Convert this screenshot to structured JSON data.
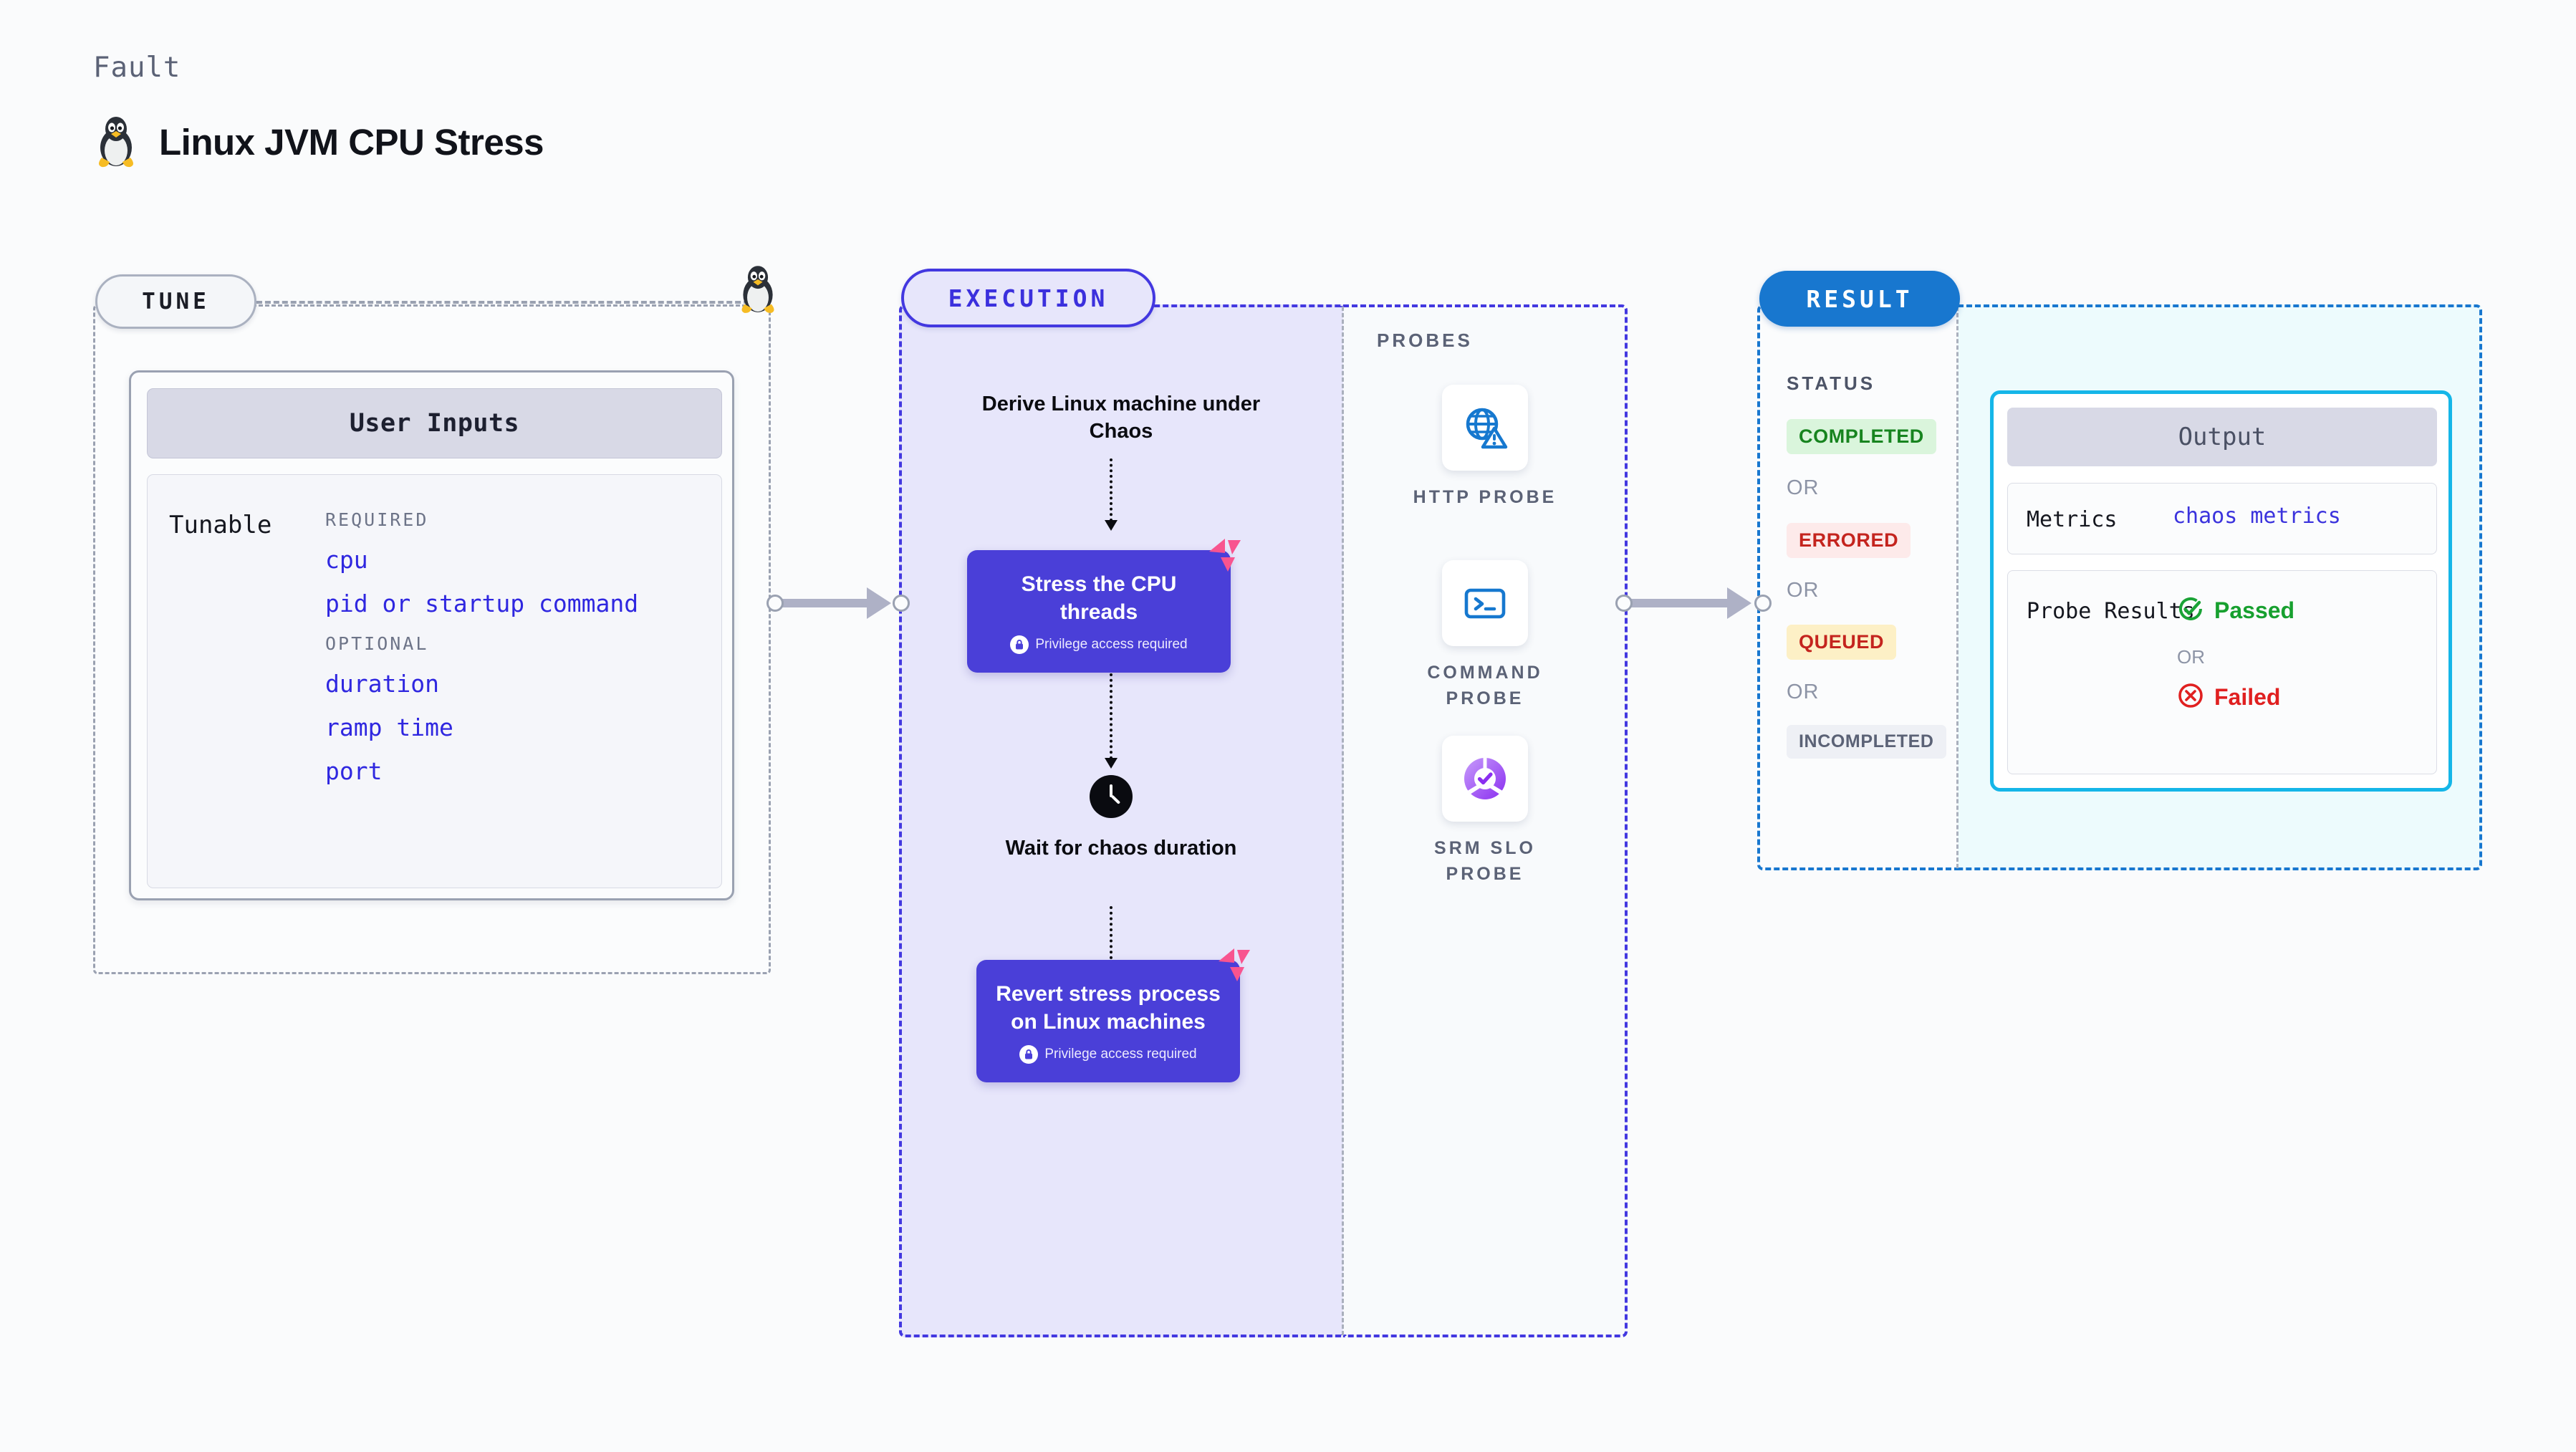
{
  "header": {
    "eyebrow": "Fault",
    "title": "Linux JVM CPU Stress",
    "icon": "tux-penguin-icon"
  },
  "colors": {
    "accent_execution": "#4338e0",
    "accent_result": "#1877cf",
    "accent_output_border": "#15b6e8",
    "card_purple": "#4a3fd8",
    "chaos_pink": "#f8548f",
    "tunable_blue": "#2f27e0",
    "muted_gray": "#5b6276"
  },
  "tune": {
    "pill_label": "TUNE",
    "user_inputs": {
      "heading": "User Inputs",
      "row_label": "Tunable",
      "groups": [
        {
          "title": "REQUIRED",
          "items": [
            "cpu",
            "pid or startup command"
          ]
        },
        {
          "title": "OPTIONAL",
          "items": [
            "duration",
            "ramp time",
            "port"
          ]
        }
      ]
    }
  },
  "execution": {
    "pill_label": "EXECUTION",
    "steps": [
      {
        "type": "label",
        "text": "Derive Linux machine under Chaos"
      },
      {
        "type": "card",
        "title": "Stress the CPU threads",
        "privilege_note": "Privilege access required",
        "badge": "chaos-fault-icon"
      },
      {
        "type": "label",
        "text": "Wait for chaos duration",
        "icon": "clock-icon"
      },
      {
        "type": "card",
        "title": "Revert stress process on Linux machines",
        "privilege_note": "Privilege access required",
        "badge": "chaos-fault-icon"
      }
    ]
  },
  "probes": {
    "title": "PROBES",
    "items": [
      {
        "label": "HTTP PROBE",
        "icon": "globe-warning-icon"
      },
      {
        "label": "COMMAND PROBE",
        "icon": "terminal-icon"
      },
      {
        "label": "SRM SLO PROBE",
        "icon": "slo-donut-check-icon"
      }
    ]
  },
  "result": {
    "pill_label": "RESULT",
    "status_title": "STATUS",
    "or_label": "OR",
    "statuses": [
      {
        "label": "COMPLETED",
        "bg": "#daf5dc",
        "fg": "#17841f"
      },
      {
        "label": "ERRORED",
        "bg": "#fdeaea",
        "fg": "#c4241e"
      },
      {
        "label": "QUEUED",
        "bg": "#fdf0c6",
        "fg": "#c4241e"
      },
      {
        "label": "INCOMPLETED",
        "bg": "#eef0f5",
        "fg": "#5b6276"
      }
    ],
    "output": {
      "heading": "Output",
      "metrics_key": "Metrics",
      "metrics_value": "chaos metrics",
      "probe_results_key": "Probe Results",
      "passed_label": "Passed",
      "failed_label": "Failed",
      "or_label": "OR"
    }
  }
}
